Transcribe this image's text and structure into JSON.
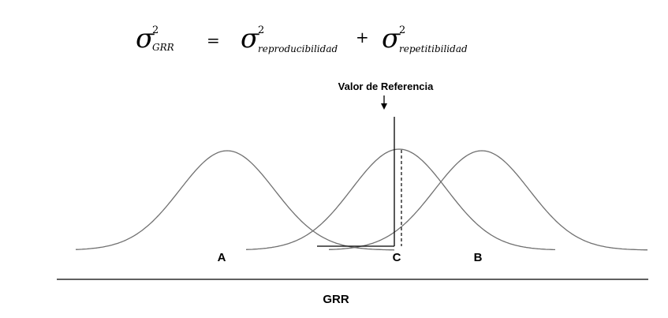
{
  "formula": {
    "symbol": "σ",
    "exponent": "2",
    "lhs_subscript": "GRR",
    "equals": "=",
    "term1_subscript": "reproducibilidad",
    "plus": "+",
    "term2_subscript": "repetitibilidad"
  },
  "reference": {
    "label": "Valor de Referencia"
  },
  "curves": [
    {
      "label": "A"
    },
    {
      "label": "C"
    },
    {
      "label": "B"
    }
  ],
  "axis": {
    "label": "GRR"
  },
  "colors": {
    "curve": "#707070",
    "line": "#000000",
    "background": "#ffffff"
  }
}
